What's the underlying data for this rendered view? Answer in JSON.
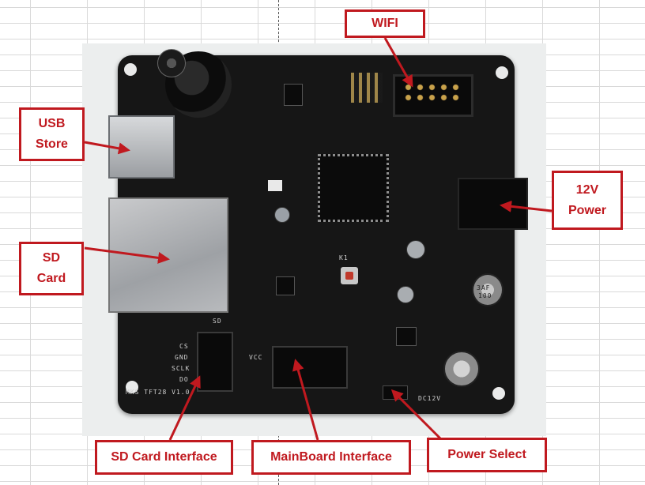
{
  "labels": {
    "wifi": "WIFI",
    "usb_store": "USB\nStore",
    "power_12v": "12V\nPower",
    "sd_card": "SD\nCard",
    "sd_card_interface": "SD Card Interface",
    "mainboard_interface": "MainBoard Interface",
    "power_select": "Power Select"
  },
  "board_text": {
    "model": "MKS TFT28 V1.0",
    "sd_header": "SD",
    "cs": "CS",
    "gnd": "GND",
    "sclk": "SCLK",
    "do": "DO",
    "vcc": "VCC",
    "c12v": "DC12V",
    "sw_ref": "K1",
    "knob": "3AF",
    "cap_text": "100"
  },
  "colors": {
    "callout_red": "#c0191f",
    "board": "#161616",
    "background": "#ffffff"
  }
}
